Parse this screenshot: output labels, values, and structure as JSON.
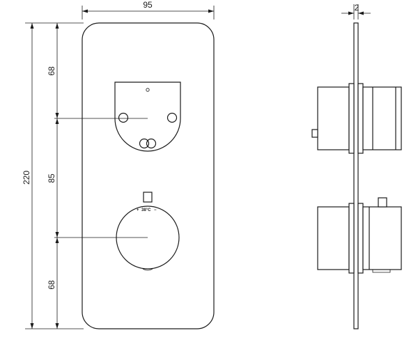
{
  "dimensions": {
    "overall_width": "95",
    "overall_height": "220",
    "upper_segment": "68",
    "middle_segment": "85",
    "lower_segment": "68",
    "plate_thickness": "2"
  },
  "knob_scale": {
    "plus": "+",
    "temperature": "38°C",
    "minus": "−"
  }
}
